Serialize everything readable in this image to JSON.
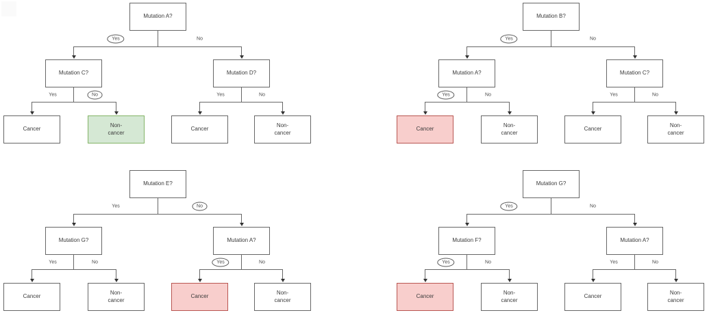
{
  "palette": {
    "background": "#ffffff",
    "box_border": "#666666",
    "line": "#666666",
    "text": "#3a3a3a",
    "green_fill": "#d5e8d4",
    "green_border": "#82b366",
    "red_fill": "#f8cecc",
    "red_border": "#b85450",
    "artifact_square": "#fafafa"
  },
  "trees": [
    {
      "name": "top-left",
      "root": {
        "label": "Mutation A?",
        "yes": {
          "label": "Yes",
          "circled": true
        },
        "no": {
          "label": "No",
          "circled": false
        }
      },
      "children": [
        {
          "side": "left",
          "label": "Mutation C?",
          "yes": {
            "label": "Yes",
            "circled": false
          },
          "no": {
            "label": "No",
            "circled": true
          },
          "leaves": [
            {
              "label": "Cancer",
              "highlight": "none"
            },
            {
              "label": "Non-cancer",
              "highlight": "green"
            }
          ]
        },
        {
          "side": "right",
          "label": "Mutation D?",
          "yes": {
            "label": "Yes",
            "circled": false
          },
          "no": {
            "label": "No",
            "circled": false
          },
          "leaves": [
            {
              "label": "Cancer",
              "highlight": "none"
            },
            {
              "label": "Non-cancer",
              "highlight": "none"
            }
          ]
        }
      ]
    },
    {
      "name": "top-right",
      "root": {
        "label": "Mutation B?",
        "yes": {
          "label": "Yes",
          "circled": true
        },
        "no": {
          "label": "No",
          "circled": false
        }
      },
      "children": [
        {
          "side": "left",
          "label": "Mutation A?",
          "yes": {
            "label": "Yes",
            "circled": true
          },
          "no": {
            "label": "No",
            "circled": false
          },
          "leaves": [
            {
              "label": "Cancer",
              "highlight": "red"
            },
            {
              "label": "Non-cancer",
              "highlight": "none"
            }
          ]
        },
        {
          "side": "right",
          "label": "Mutation C?",
          "yes": {
            "label": "Yes",
            "circled": false
          },
          "no": {
            "label": "No",
            "circled": false
          },
          "leaves": [
            {
              "label": "Cancer",
              "highlight": "none"
            },
            {
              "label": "Non-cancer",
              "highlight": "none"
            }
          ]
        }
      ]
    },
    {
      "name": "bottom-left",
      "root": {
        "label": "Mutation E?",
        "yes": {
          "label": "Yes",
          "circled": false
        },
        "no": {
          "label": "No",
          "circled": true
        }
      },
      "children": [
        {
          "side": "left",
          "label": "Mutation G?",
          "yes": {
            "label": "Yes",
            "circled": false
          },
          "no": {
            "label": "No",
            "circled": false
          },
          "leaves": [
            {
              "label": "Cancer",
              "highlight": "none"
            },
            {
              "label": "Non-cancer",
              "highlight": "none"
            }
          ]
        },
        {
          "side": "right",
          "label": "Mutation A?",
          "yes": {
            "label": "Yes",
            "circled": true
          },
          "no": {
            "label": "No",
            "circled": false
          },
          "leaves": [
            {
              "label": "Cancer",
              "highlight": "red"
            },
            {
              "label": "Non-cancer",
              "highlight": "none"
            }
          ]
        }
      ]
    },
    {
      "name": "bottom-right",
      "root": {
        "label": "Mutation G?",
        "yes": {
          "label": "Yes",
          "circled": true
        },
        "no": {
          "label": "No",
          "circled": false
        }
      },
      "children": [
        {
          "side": "left",
          "label": "Mutation F?",
          "yes": {
            "label": "Yes",
            "circled": true
          },
          "no": {
            "label": "No",
            "circled": false
          },
          "leaves": [
            {
              "label": "Cancer",
              "highlight": "red"
            },
            {
              "label": "Non-cancer",
              "highlight": "none"
            }
          ]
        },
        {
          "side": "right",
          "label": "Mutation A?",
          "yes": {
            "label": "Yes",
            "circled": false
          },
          "no": {
            "label": "No",
            "circled": false
          },
          "leaves": [
            {
              "label": "Cancer",
              "highlight": "none"
            },
            {
              "label": "Non-cancer",
              "highlight": "none"
            }
          ]
        }
      ]
    }
  ]
}
